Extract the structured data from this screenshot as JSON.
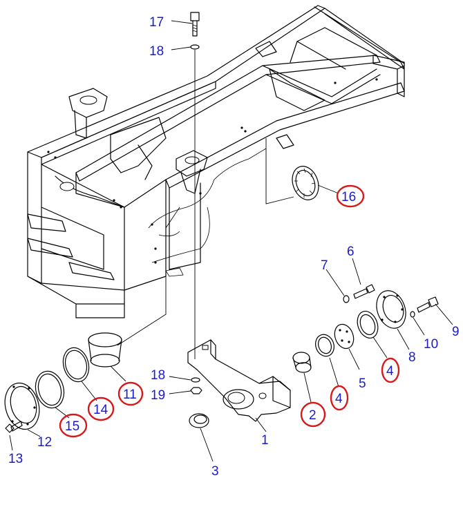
{
  "diagram": {
    "colors": {
      "label": "#1a1acc",
      "highlight_ring": "#d61a1a",
      "line": "#000000"
    },
    "labels": [
      {
        "id": "17",
        "text": "17",
        "highlighted": false
      },
      {
        "id": "18a",
        "text": "18",
        "highlighted": false
      },
      {
        "id": "16",
        "text": "16",
        "highlighted": true
      },
      {
        "id": "6",
        "text": "6",
        "highlighted": false
      },
      {
        "id": "7",
        "text": "7",
        "highlighted": false
      },
      {
        "id": "9",
        "text": "9",
        "highlighted": false
      },
      {
        "id": "10",
        "text": "10",
        "highlighted": false
      },
      {
        "id": "8",
        "text": "8",
        "highlighted": false
      },
      {
        "id": "4a",
        "text": "4",
        "highlighted": true
      },
      {
        "id": "5",
        "text": "5",
        "highlighted": false
      },
      {
        "id": "4b",
        "text": "4",
        "highlighted": true
      },
      {
        "id": "2",
        "text": "2",
        "highlighted": true
      },
      {
        "id": "1",
        "text": "1",
        "highlighted": false
      },
      {
        "id": "3",
        "text": "3",
        "highlighted": false
      },
      {
        "id": "18b",
        "text": "18",
        "highlighted": false
      },
      {
        "id": "19",
        "text": "19",
        "highlighted": false
      },
      {
        "id": "11",
        "text": "11",
        "highlighted": true
      },
      {
        "id": "14",
        "text": "14",
        "highlighted": true
      },
      {
        "id": "15",
        "text": "15",
        "highlighted": true
      },
      {
        "id": "12",
        "text": "12",
        "highlighted": false
      },
      {
        "id": "13",
        "text": "13",
        "highlighted": false
      }
    ]
  }
}
